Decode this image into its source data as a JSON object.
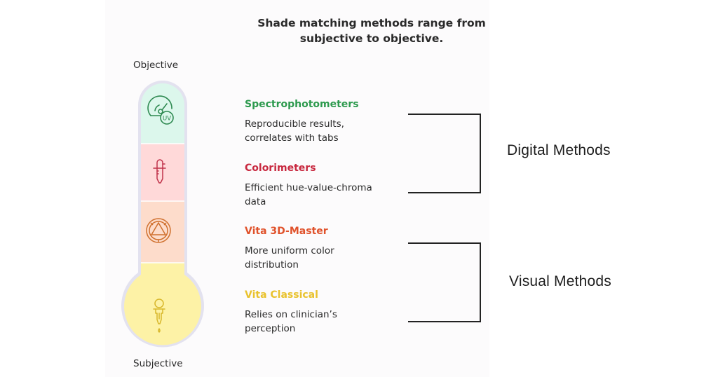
{
  "title": "Shade matching methods range from subjective to objective.",
  "scale": {
    "top_label": "Objective",
    "bottom_label": "Subjective",
    "segments": [
      {
        "name": "spectrophotometers",
        "fill": "#dcf7ec",
        "icon": "uv-meter-icon",
        "icon_color": "#2f8a52"
      },
      {
        "name": "colorimeters",
        "fill": "#ffd9d9",
        "icon": "dropper-icon",
        "icon_color": "#c0324a"
      },
      {
        "name": "vita-3d-master",
        "fill": "#fddccb",
        "icon": "shade-guide-triangle-icon",
        "icon_color": "#cf6f2c"
      },
      {
        "name": "vita-classical",
        "fill": "#fdf2a6",
        "icon": "pipette-drop-icon",
        "icon_color": "#d8b72a"
      }
    ],
    "border_color": "#e3e2ef"
  },
  "methods": [
    {
      "title": "Spectrophotometers",
      "color": "#2d9a4e",
      "desc": [
        "Reproducible results,",
        "correlates with tabs"
      ]
    },
    {
      "title": "Colorimeters",
      "color": "#c8283f",
      "desc": [
        "Efficient hue-value-chroma",
        "data"
      ]
    },
    {
      "title": "Vita 3D-Master",
      "color": "#e0522b",
      "desc": [
        "More uniform color",
        "distribution"
      ]
    },
    {
      "title": "Vita Classical",
      "color": "#e9c22e",
      "desc": [
        "Relies on clinician’s",
        "perception"
      ]
    }
  ],
  "groups": [
    {
      "label": "Digital Methods"
    },
    {
      "label": "Visual Methods"
    }
  ]
}
